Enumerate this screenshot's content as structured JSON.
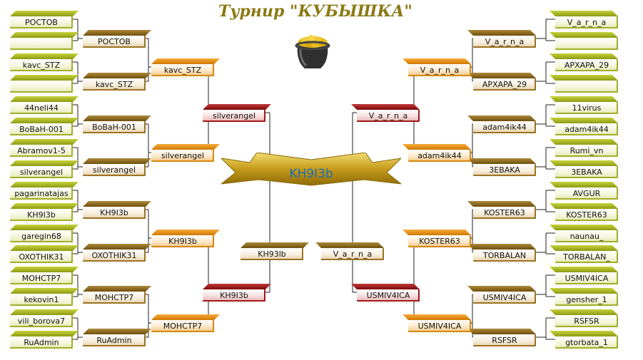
{
  "title": "Турнир \"КУБЫШКА\"",
  "champion": "KH9I3b",
  "left": {
    "round1": [
      "РОСТОВ",
      "",
      "kavc_STZ",
      "",
      "44neli44",
      "BoBaH-001",
      "Abramov1-5",
      "silverangel",
      "pagarinatajas",
      "KH9I3b",
      "garegin68",
      "OXOTHIK31",
      "MOHCTP7",
      "kekovin1",
      "vili_borova7",
      "RuAdmin"
    ],
    "round2": [
      "РОСТОВ",
      "kavc_STZ",
      "BoBaH-001",
      "silverangel",
      "KH9I3b",
      "OXOTHIK31",
      "MOHCTP7",
      "RuAdmin"
    ],
    "round3": [
      "kavc_STZ",
      "silverangel",
      "KH9I3b",
      "MOHCTP7"
    ],
    "round4": [
      "silverangel",
      "KH9I3b"
    ],
    "final": "KH93lb"
  },
  "right": {
    "round1": [
      "V_a_r_n_a",
      "",
      "APXAPA_29",
      "",
      "11virus",
      "adam4ik44",
      "Rumi_vn",
      "3EBAKA",
      "AVGUR",
      "KOSTER63",
      "naunau_",
      "TORBALAN_",
      "USMIV4ICA",
      "gensher_1",
      "RSFSR",
      "gtorbata_1"
    ],
    "round2": [
      "V_a_r_n_a",
      "APXAPA_29",
      "adam4ik44",
      "3EBAKA",
      "KOSTER63",
      "TORBALAN",
      "USMIV4ICA",
      "RSFSR"
    ],
    "round3": [
      "V_a_r_n_a",
      "adam4ik44",
      "KOSTER63",
      "USMIV4ICA"
    ],
    "round4": [
      "V_a_r_n_a",
      "USMIV4ICA"
    ],
    "final": "V_a_r_n_a"
  },
  "colors": {
    "round1": "green",
    "round2": "brown",
    "round3": "orange",
    "round4": "red",
    "final": "brown",
    "champion": "gold",
    "title": "#8a7a14"
  },
  "icons": {
    "trophy": "pot-of-gold-icon"
  }
}
